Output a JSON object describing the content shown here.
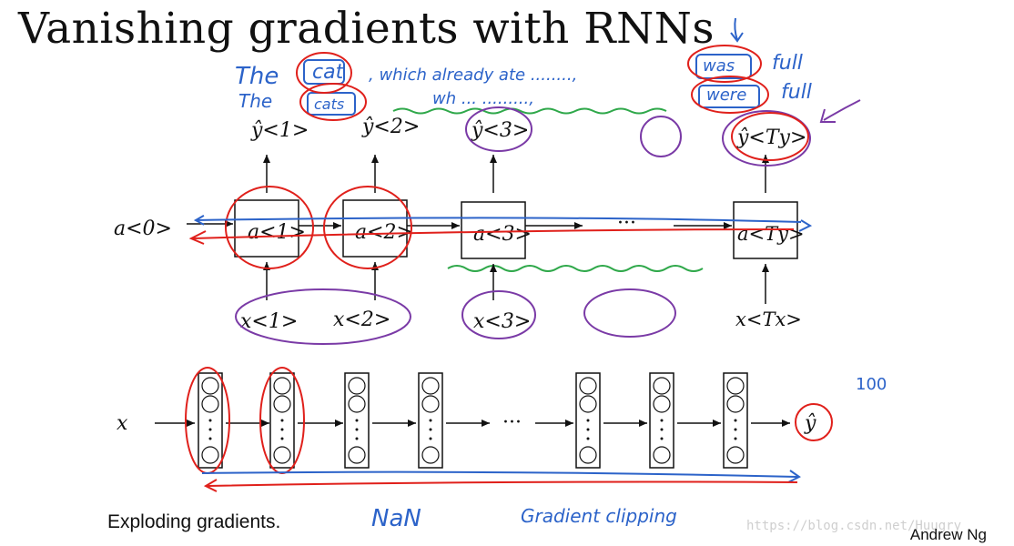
{
  "title": "Vanishing gradients with RNNs",
  "rnn": {
    "a0": "a<0>",
    "cells": [
      "a<1>",
      "a<2>",
      "a<3>",
      "a<Ty>"
    ],
    "outputs": [
      "ŷ<1>",
      "ŷ<2>",
      "ŷ<3>",
      "ŷ<Ty>"
    ],
    "inputs": [
      "x<1>",
      "x<2>",
      "x<3>",
      "x<Tx>"
    ],
    "ellipsis": "···"
  },
  "notes": {
    "line1": [
      "The",
      "cat",
      ", which already ate ........,",
      "was",
      "full"
    ],
    "line2": [
      "The",
      "cats",
      "wh ... .........,",
      "were",
      "full"
    ]
  },
  "deepnet": {
    "input": "x",
    "output": "ŷ",
    "ellipsis": "···",
    "layers_note": "100"
  },
  "footer": {
    "exploding": "Exploding gradients.",
    "nan": "NaN",
    "clipping": "Gradient clipping",
    "author": "Andrew Ng",
    "watermark": "https://blog.csdn.net/Huugry"
  },
  "colors": {
    "red": "#e0201b",
    "blue": "#2c63c9",
    "purple": "#7a3aa6",
    "green": "#2fa84a",
    "ink": "#111111"
  }
}
